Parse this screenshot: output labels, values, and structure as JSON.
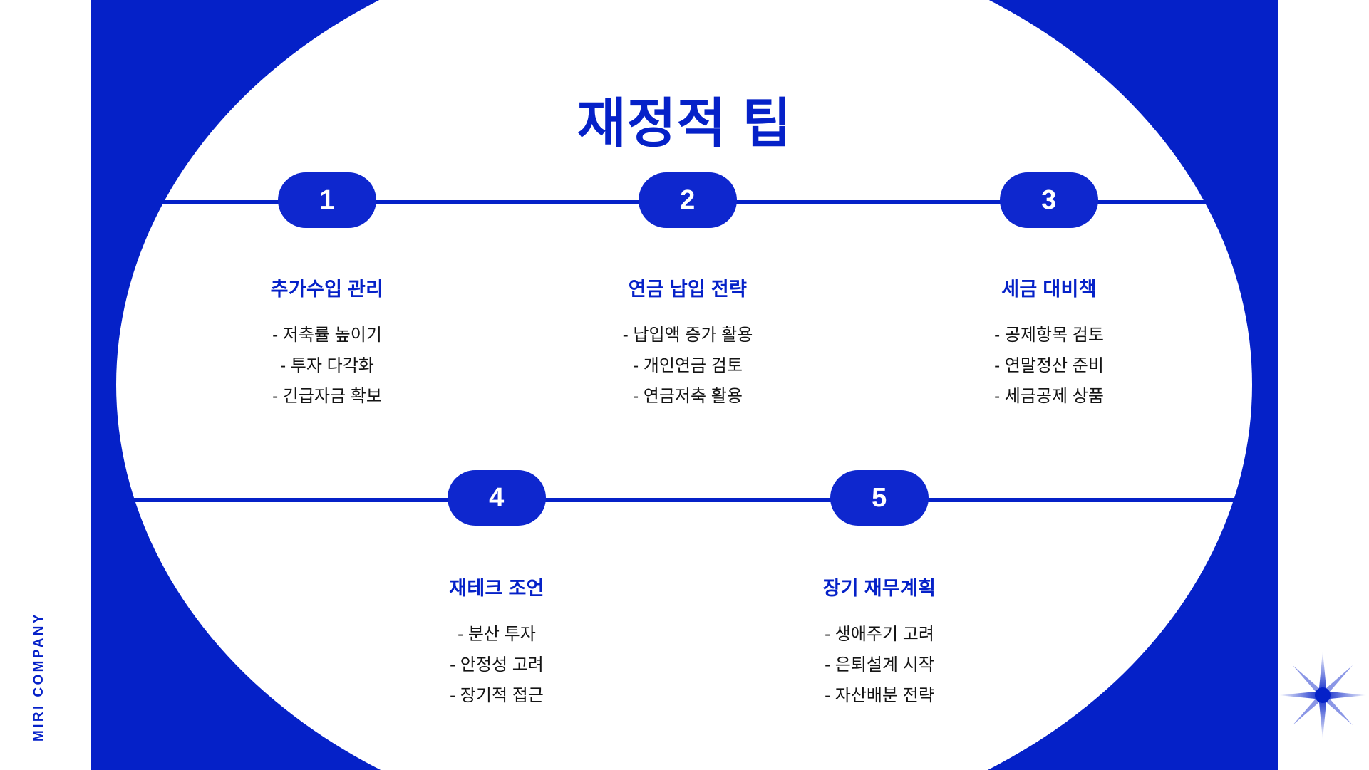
{
  "slide": {
    "title": "재정적 팁",
    "brand": "MIRI COMPANY",
    "accent_color": "#0521C8",
    "badge_color": "#0E27CE",
    "background_color": "#FFFFFF",
    "body_text_color": "#141414"
  },
  "decorations": {
    "sparkle": "sparkle-star-icon",
    "left_bar": "blue-panel",
    "ellipse": "white-ellipse-cutout"
  },
  "steps": [
    {
      "number": "1",
      "title": "추가수입 관리",
      "items": [
        "- 저축률 높이기",
        "- 투자 다각화",
        "- 긴급자금 확보"
      ]
    },
    {
      "number": "2",
      "title": "연금 납입 전략",
      "items": [
        "- 납입액 증가 활용",
        "- 개인연금 검토",
        "- 연금저축 활용"
      ]
    },
    {
      "number": "3",
      "title": "세금 대비책",
      "items": [
        "- 공제항목 검토",
        "- 연말정산 준비",
        "- 세금공제 상품"
      ]
    },
    {
      "number": "4",
      "title": "재테크 조언",
      "items": [
        "- 분산 투자",
        "- 안정성 고려",
        "- 장기적 접근"
      ]
    },
    {
      "number": "5",
      "title": "장기 재무계획",
      "items": [
        "- 생애주기 고려",
        "- 은퇴설계 시작",
        "- 자산배분 전략"
      ]
    }
  ]
}
